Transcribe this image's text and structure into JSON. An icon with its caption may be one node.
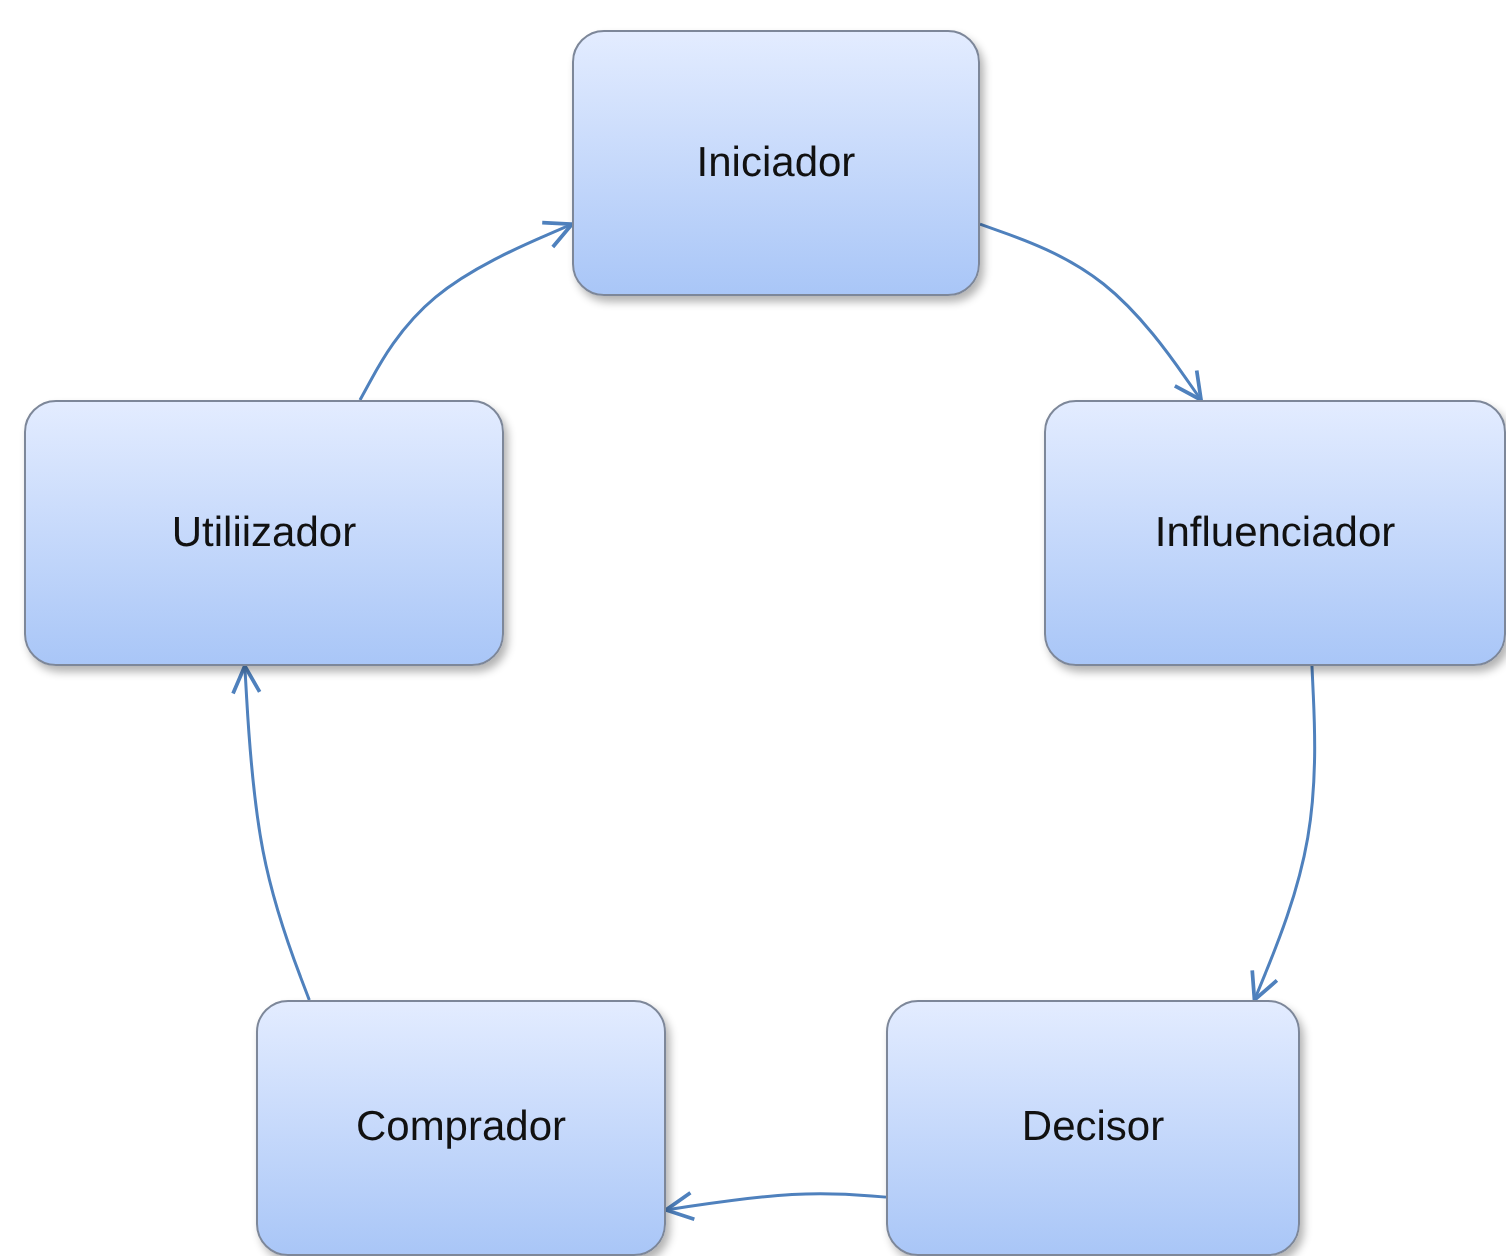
{
  "diagram": {
    "nodes": [
      {
        "text": [
          "Iniciador"
        ]
      },
      {
        "text": [
          "Influenciador"
        ]
      },
      {
        "text": [
          "Decisor"
        ]
      },
      {
        "text": [
          "Comprador"
        ]
      },
      {
        "text": [
          "Utiliizador"
        ]
      }
    ],
    "edges": [
      {
        "from": 0,
        "to": 1,
        "arrow": "to"
      },
      {
        "from": 1,
        "to": 2,
        "arrow": "to"
      },
      {
        "from": 2,
        "to": 3,
        "arrow": "to"
      },
      {
        "from": 3,
        "to": 4,
        "arrow": "to"
      },
      {
        "from": 4,
        "to": 0,
        "arrow": "to"
      }
    ]
  }
}
